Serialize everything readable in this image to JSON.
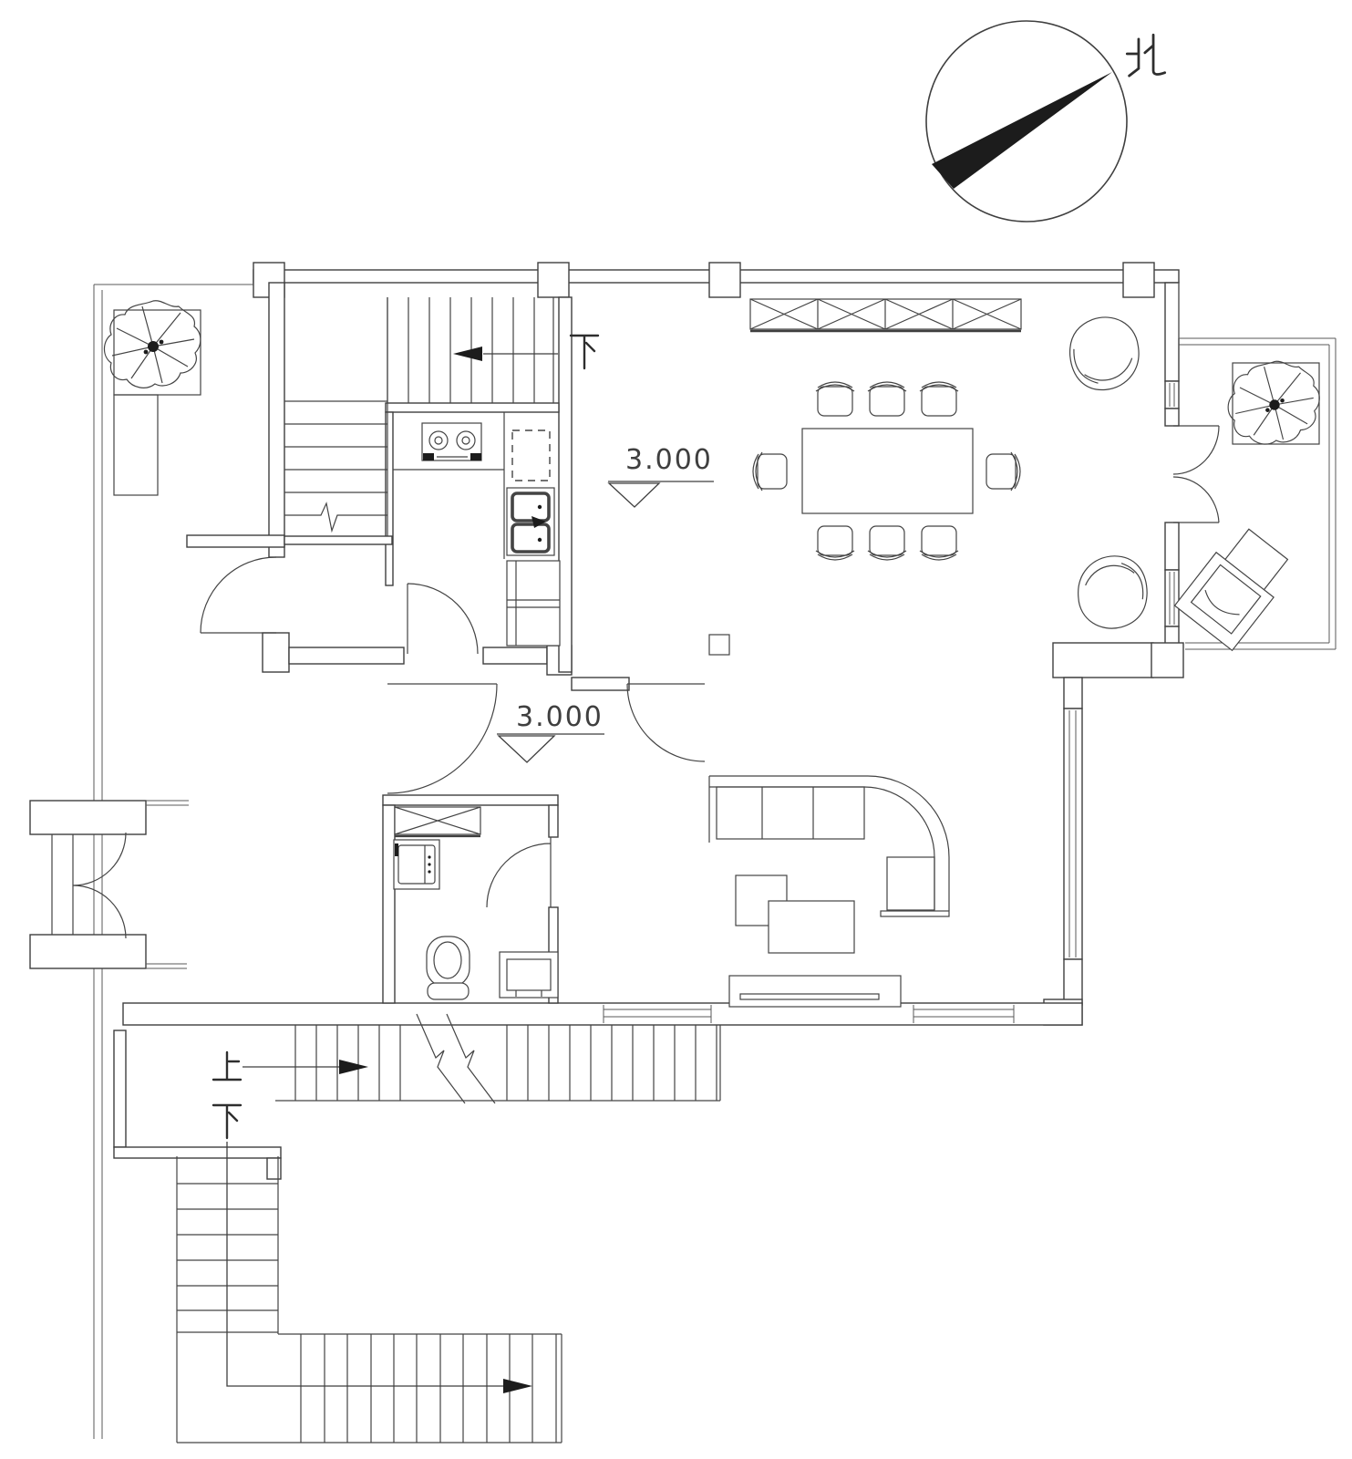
{
  "drawing": {
    "type": "architectural-floor-plan",
    "compass": {
      "north_label": "北"
    },
    "elevation_markers": {
      "marker_1": "3.000",
      "marker_2": "3.000"
    },
    "stairs": {
      "upper_down_label": "下",
      "lower_up_label": "上",
      "lower_down_label": "下"
    },
    "colors": {
      "background": "#ffffff",
      "line": "#3f3f3f",
      "dark_fill": "#1c1c1c"
    },
    "symbols": {
      "compass": "north-compass",
      "tree": "plan-tree",
      "dining_table": "dining-table",
      "dining_chair": "dining-chair",
      "storage_x_cabinet": "x-crossed-cabinet",
      "sofa": "sectional-sofa",
      "coffee_tables": "coffee-tables",
      "tv_console": "tv-console",
      "stove": "two-burner-stove",
      "sink": "double-sink",
      "refrigerator": "dashed-appliance-space",
      "toilet": "toilet",
      "washing_machine": "washing-machine",
      "shower_tray": "shower-tray",
      "lounge_chair": "organic-lounge-chair",
      "armchair": "balcony-armchair",
      "door": "door-swing-arc",
      "stair_run": "stair-treads",
      "break_line": "drawing-break-line",
      "elevation_symbol": "elevation-triangle-marker"
    }
  }
}
